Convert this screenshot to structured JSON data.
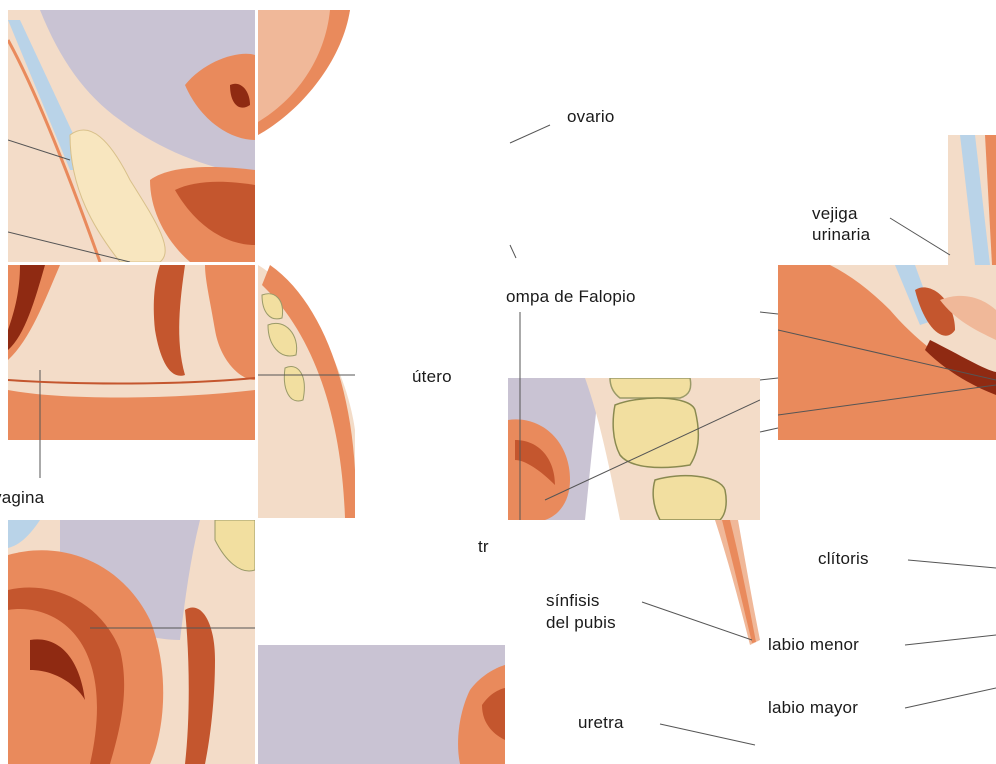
{
  "labels": {
    "ovario": "ovario",
    "vejiga": "vejiga\nurinaria",
    "trompa": "ompa de Falopio",
    "utero": "útero",
    "vagina": "vagina",
    "tro": "tr",
    "clitoris": "clítoris",
    "sinfisis": "sínfisis\ndel pubis",
    "labio_menor": "labio menor",
    "labio_mayor": "labio mayor",
    "uretra": "uretra"
  },
  "colors": {
    "background": "#ffffff",
    "tissue_light": "#f3dcc8",
    "tissue_pink": "#f0b899",
    "muscle": "#e98a5c",
    "muscle_dark": "#c4562e",
    "lumen_dark": "#8f2a12",
    "bladder_grey": "#c9c3d3",
    "bone_yellow": "#f2dfa0",
    "bone_spots": "#d9b24a",
    "fat_pale": "#f8e6bf",
    "vessel_blue": "#b9d3e8",
    "leader_line": "#555555"
  }
}
